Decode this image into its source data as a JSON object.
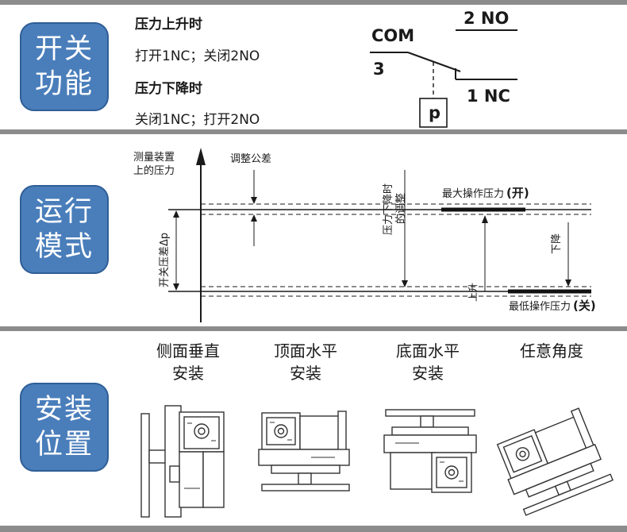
{
  "section_switch": {
    "badge_line1": "开关",
    "badge_line2": "功能",
    "rising_title": "压力上升时",
    "rising_text": "打开1NC；关闭2NO",
    "falling_title": "压力下降时",
    "falling_text": "关闭1NC；打开2NO",
    "schematic": {
      "com_label": "COM",
      "terminal3_label": "3",
      "no_label": "2 NO",
      "nc_label": "1 NC",
      "p_label": "p"
    }
  },
  "section_operation": {
    "badge_line1": "运行",
    "badge_line2": "模式",
    "y_axis_line1": "测量装置",
    "y_axis_line2": "上的压力",
    "tolerance_label": "调整公差",
    "differential_label": "开关压差Δp",
    "falling_adjust_line1": "压力下降时",
    "falling_adjust_line2": "的调整",
    "max_label": "最大操作压力",
    "max_state": "(开)",
    "min_label": "最低操作压力",
    "min_state": "(关)",
    "rise_label": "上升",
    "fall_label": "下降"
  },
  "section_mounting": {
    "badge_line1": "安装",
    "badge_line2": "位置",
    "positions": [
      {
        "line1": "侧面垂直",
        "line2": "安装"
      },
      {
        "line1": "顶面水平",
        "line2": "安装"
      },
      {
        "line1": "底面水平",
        "line2": "安装"
      },
      {
        "line1": "任意角度",
        "line2": ""
      }
    ]
  },
  "colors": {
    "badge_fill": "#4a7ebb",
    "divider": "#8c8c8c"
  }
}
